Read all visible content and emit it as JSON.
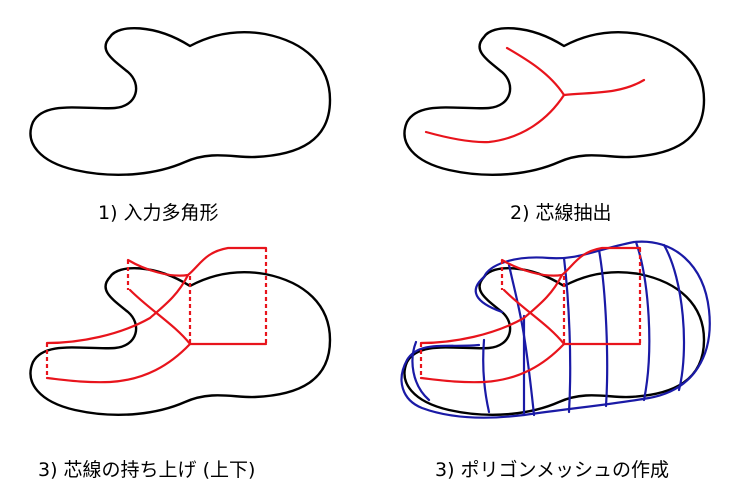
{
  "steps": [
    {
      "caption": "1) 入力多角形"
    },
    {
      "caption": "2) 芯線抽出"
    },
    {
      "caption": "3) 芯線の持ち上げ (上下)"
    },
    {
      "caption": "3) ポリゴンメッシュの作成"
    }
  ],
  "colors": {
    "outline": "#000000",
    "skeleton": "#e8141c",
    "mesh": "#1a1aa6"
  }
}
